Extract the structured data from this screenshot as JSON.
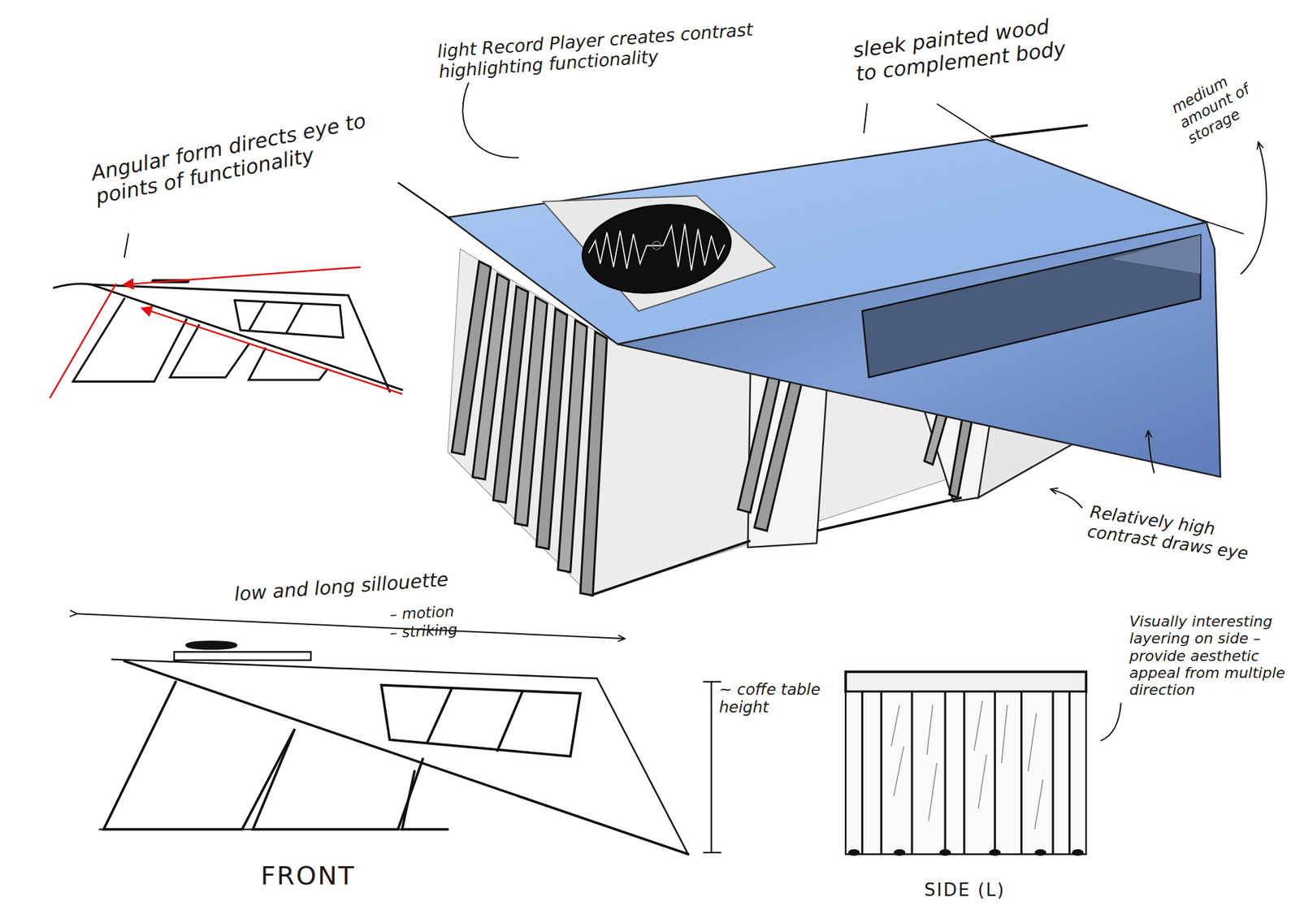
{
  "diagram": {
    "labels": [
      "light Record Player creates contrast highlighting functionality",
      "sleek painted wood to complement body",
      "medium amount of storage",
      "Angular form directs eye to points of functionality",
      "Relatively high contrast draws eye",
      "low and long sillouette",
      "– motion",
      "– striking",
      "~ coffe table height",
      "Visually interesting layering on side – provide aesthetic appeal from multiple direction",
      "FRONT",
      "SIDE (L)"
    ]
  }
}
